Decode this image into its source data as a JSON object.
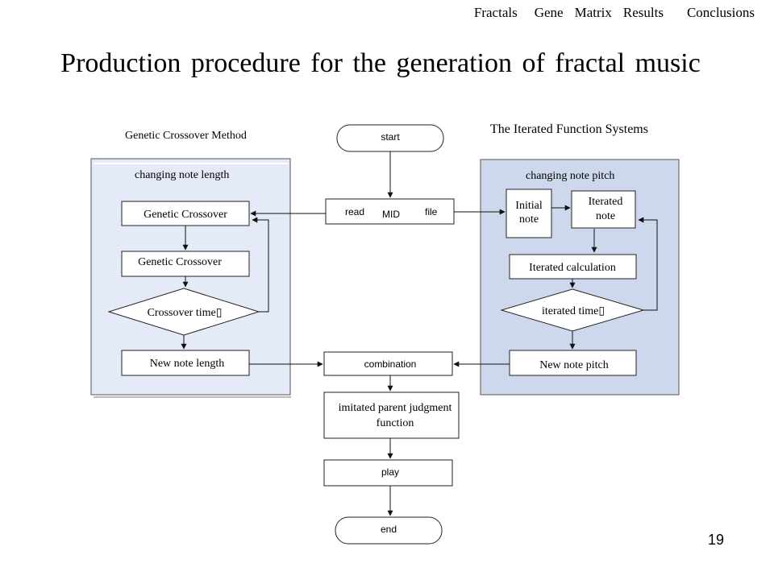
{
  "nav": {
    "items": [
      "Fractals",
      "Gene",
      "Matrix",
      "Results",
      "Conclusions"
    ]
  },
  "page": {
    "title": "Production procedure for the generation of fractal music",
    "number": "19"
  },
  "diagram": {
    "left_panel_title": "Genetic Crossover Method",
    "left_panel_subtitle": "changing note length",
    "left_box1": "Genetic Crossover",
    "left_box2": "Genetic Crossover",
    "left_diamond": "Crossover time▯",
    "left_box3": "New note length",
    "right_panel_title": "The Iterated Function Systems",
    "right_panel_subtitle": "changing note pitch",
    "right_box_initial_line1": "Initial",
    "right_box_initial_line2": "note",
    "right_box_iterated_line1": "Iterated",
    "right_box_iterated_line2": "note",
    "right_box_calc": "Iterated calculation",
    "right_diamond": "iterated time▯",
    "right_box_new": "New note pitch",
    "start": "start",
    "read_label": "read",
    "mid_label": "MID",
    "file_label": "file",
    "combination": "combination",
    "judgment_line1": "imitated parent judgment",
    "judgment_line2": "function",
    "play": "play",
    "end": "end"
  },
  "colors": {
    "left_panel_fill": "#e4eaf7",
    "right_panel_fill": "#cdd8ec",
    "stroke": "#222222"
  }
}
